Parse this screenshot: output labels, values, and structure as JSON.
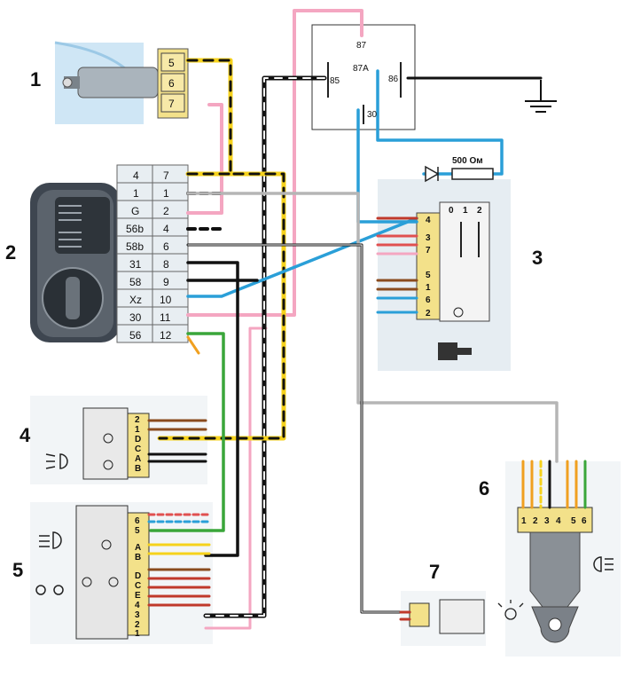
{
  "figure_labels": [
    "1",
    "2",
    "3",
    "4",
    "5",
    "6",
    "7"
  ],
  "relay": {
    "pins": [
      "87",
      "87A",
      "85",
      "86",
      "30"
    ]
  },
  "resistor": {
    "label": "500 Ом"
  },
  "component1": {
    "pins": [
      "5",
      "6",
      "7"
    ]
  },
  "component2": {
    "left_pins": [
      "4",
      "1",
      "G",
      "56b",
      "58b",
      "31",
      "58",
      "Xz",
      "30",
      "56"
    ],
    "right_pins": [
      "7",
      "1",
      "2",
      "4",
      "6",
      "8",
      "9",
      "10",
      "11",
      "12"
    ]
  },
  "component3": {
    "connector_pins": [
      "4",
      "3",
      "7",
      "5",
      "1",
      "6",
      "2"
    ],
    "positions": [
      "0",
      "1",
      "2"
    ]
  },
  "component4": {
    "pins": [
      "2",
      "1",
      "D",
      "C",
      "A",
      "B"
    ]
  },
  "component5": {
    "pins": [
      "6",
      "5",
      "A",
      "B",
      "D",
      "C",
      "E",
      "4",
      "3",
      "2",
      "1"
    ]
  },
  "component6": {
    "pins": [
      "1",
      "2",
      "3",
      "4",
      "5",
      "6"
    ]
  },
  "colors": {
    "pink": "#f4a6c1",
    "blue": "#2a9fd8",
    "black": "#111111",
    "yellow": "#f6d21b",
    "grey": "#b5b5b5",
    "green": "#3aa63a",
    "orange": "#f0a020",
    "red": "#c0392b",
    "brown": "#8a4b1e"
  }
}
